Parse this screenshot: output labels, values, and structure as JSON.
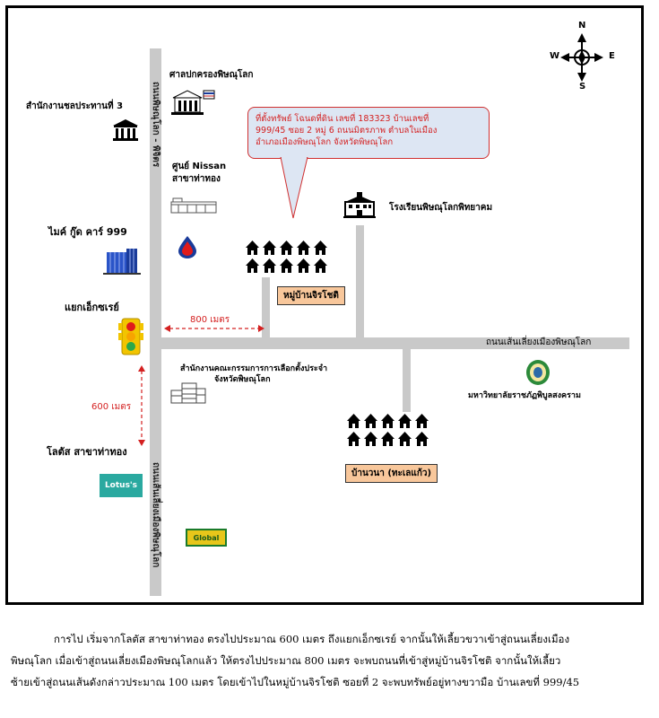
{
  "map": {
    "compass": {
      "n": "N",
      "s": "S",
      "e": "E",
      "w": "W"
    },
    "callout_lines": [
      "ที่ตั้งทรัพย์ โฉนดที่ดิน เลขที่ 183323 บ้านเลขที่",
      "999/45 ซอย 2 หมู่ 6 ถนนมิตรภาพ ตำบลในเมือง",
      "อำเภอเมืองพิษณุโลก จังหวัดพิษณุโลก"
    ],
    "labels": {
      "court": "ศาลปกครองพิษณุโลก",
      "irrigation": "สำนักงานชลประทานที่ 3",
      "nissan_1": "ศูนย์ Nissan",
      "nissan_2": "สาขาท่าทอง",
      "school": "โรงเรียนพิษณุโลกพิทยาคม",
      "mygood": "ไมค์ กู๊ด คาร์ 999",
      "village_sign": "หมู่บ้านจิรโชติ",
      "intersection": "แยกเอ็กซเรย์",
      "road_east": "ถนนเส้นเลี่ยงเมืองพิษณุโลก",
      "road_vertical_top": "ถนนพิษณุโลก - พิจิตร",
      "road_vertical_bottom": "ถนนเส้นเลี่ยงเมืองพิษณุโลก",
      "election_1": "สำนักงานคณะกรรมการการเลือกตั้งประจำ",
      "election_2": "จังหวัดพิษณุโลก",
      "university": "มหาวิทยาลัยราชภัฏพิบูลสงคราม",
      "bannawa_sign": "บ้านวนา (ทะเลแก้ว)",
      "lotus_branch": "โลตัส สาขาท่าทอง",
      "lotus_logo": "Lotus's",
      "global_logo": "Global"
    },
    "distances": {
      "east_800": "800 เมตร",
      "south_600": "600 เมตร"
    },
    "colors": {
      "road": "#c9c9c9",
      "callout_bg": "#dde6f3",
      "accent_red": "#d42020",
      "sign_bg": "#f8c79b"
    }
  },
  "description": {
    "lines": [
      "การไป เริ่มจากโลตัส สาขาท่าทอง ตรงไปประมาณ 600 เมตร ถึงแยกเอ็กซเรย์ จากนั้นให้เลี้ยวขวาเข้าสู่ถนนเลี่ยงเมือง",
      "พิษณุโลก เมื่อเข้าสู่ถนนเลี่ยงเมืองพิษณุโลกแล้ว ให้ตรงไปประมาณ 800 เมตร จะพบถนนที่เข้าสู่หมู่บ้านจิรโชติ จากนั้นให้เลี้ยว",
      "ซ้ายเข้าสู่ถนนเส้นดังกล่าวประมาณ 100 เมตร โดยเข้าไปในหมู่บ้านจิรโชติ ซอยที่ 2 จะพบทรัพย์อยู่ทางขวามือ บ้านเลขที่ 999/45"
    ]
  }
}
